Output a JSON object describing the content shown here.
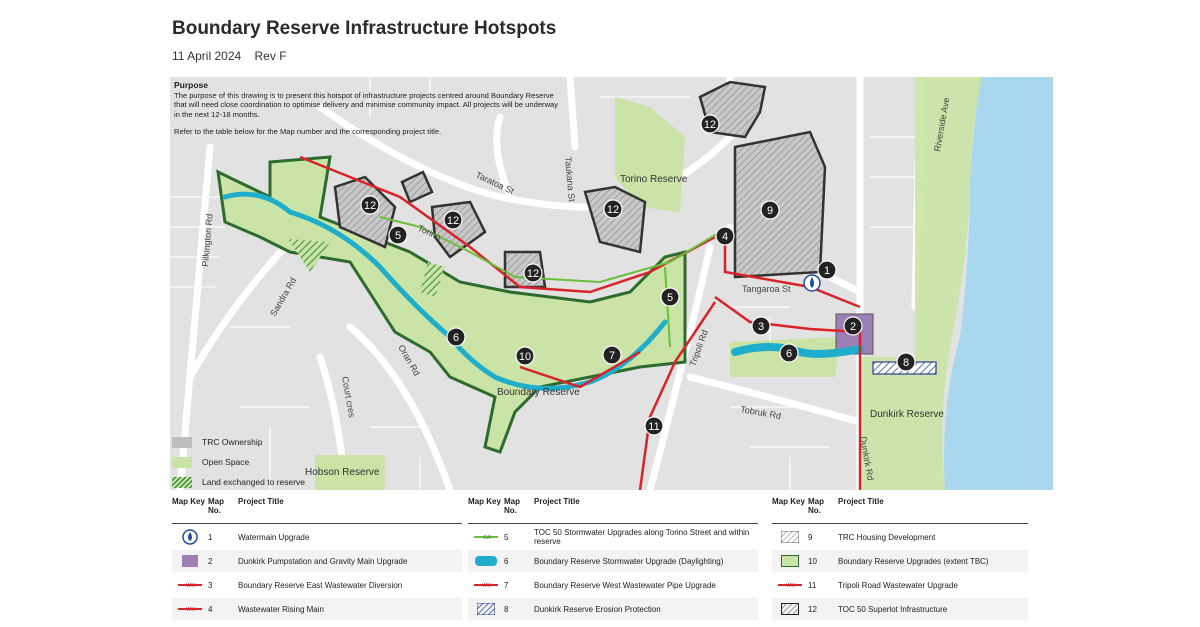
{
  "title": "Boundary Reserve Infrastructure Hotspots",
  "date": "11 April 2024",
  "revision": "Rev F",
  "purpose": {
    "heading": "Purpose",
    "text": "The purpose of this drawing is to present this hotspot of infrastructure projects centred around Boundary Reserve that will need close coordination to optimise delivery and minimise community impact. All projects will be underway in the next 12-18 months.",
    "note": "Refer to the table below for the Map number and the corresponding project title."
  },
  "colors": {
    "open_space": "#c9e4a6",
    "reserve_outline": "#2e6b2e",
    "trc_ownership": "#bdbdbd",
    "water": "#1eaecb",
    "wastewater": "#d8232a",
    "pumpstation": "#9b7fb5",
    "sea": "#a9d8ee",
    "road": "#ffffff",
    "block": "#d8d8d8"
  },
  "map": {
    "streets": [
      "Pilkington Rd",
      "Sandra Rd",
      "Torino",
      "Taratoa St",
      "Taukana St",
      "Oran Rd",
      "Court cres",
      "Tripoli Rd",
      "Tangaroa St",
      "Riverside Ave",
      "Tobruk Rd",
      "Dunkirk Rd"
    ],
    "places": [
      "Torino Reserve",
      "Boundary Reserve",
      "Dunkirk Reserve",
      "Hobson Reserve"
    ],
    "markers": [
      "12",
      "12",
      "12",
      "12",
      "12",
      "9",
      "5",
      "4",
      "1",
      "5",
      "3",
      "2",
      "6",
      "6",
      "10",
      "7",
      "8",
      "11"
    ]
  },
  "map_legend": [
    {
      "label": "TRC Ownership",
      "swatch": "trc"
    },
    {
      "label": "Open Space",
      "swatch": "open"
    },
    {
      "label": "Land exchanged to reserve",
      "swatch": "hatch-green"
    }
  ],
  "table_headers": {
    "key": "Map Key",
    "no": "Map No.",
    "title": "Project Title"
  },
  "projects": [
    [
      {
        "no": "1",
        "title": "Watermain Upgrade",
        "symbol": "drop-icon"
      },
      {
        "no": "2",
        "title": "Dunkirk Pumpstation and Gravity Main Upgrade",
        "symbol": "purple-square"
      },
      {
        "no": "3",
        "title": "Boundary Reserve East Wastewater Diversion",
        "symbol": "ww-line"
      },
      {
        "no": "4",
        "title": "Wastewater Rising Main",
        "symbol": "ww-line"
      }
    ],
    [
      {
        "no": "5",
        "title": "TOC 50 Stormwater Upgrades along Torino Street and within reserve",
        "symbol": "sw-line"
      },
      {
        "no": "6",
        "title": "Boundary Reserve Stormwater Upgrade (Daylighting)",
        "symbol": "blue-pill"
      },
      {
        "no": "7",
        "title": "Boundary Reserve West Wastewater Pipe Upgrade",
        "symbol": "ww-line"
      },
      {
        "no": "8",
        "title": "Dunkirk Reserve Erosion Protection",
        "symbol": "hatch-blue"
      }
    ],
    [
      {
        "no": "9",
        "title": "TRC Housing Development",
        "symbol": "hatch-grey"
      },
      {
        "no": "10",
        "title": "Boundary Reserve Upgrades (extent TBC)",
        "symbol": "green-box"
      },
      {
        "no": "11",
        "title": "Tripoli Road Wastewater Upgrade",
        "symbol": "ww-line"
      },
      {
        "no": "12",
        "title": "TOC 50 Superlot Infrastructure",
        "symbol": "hatch-dark"
      }
    ]
  ],
  "line_labels": {
    "ww": "WW",
    "sw": "SW"
  }
}
